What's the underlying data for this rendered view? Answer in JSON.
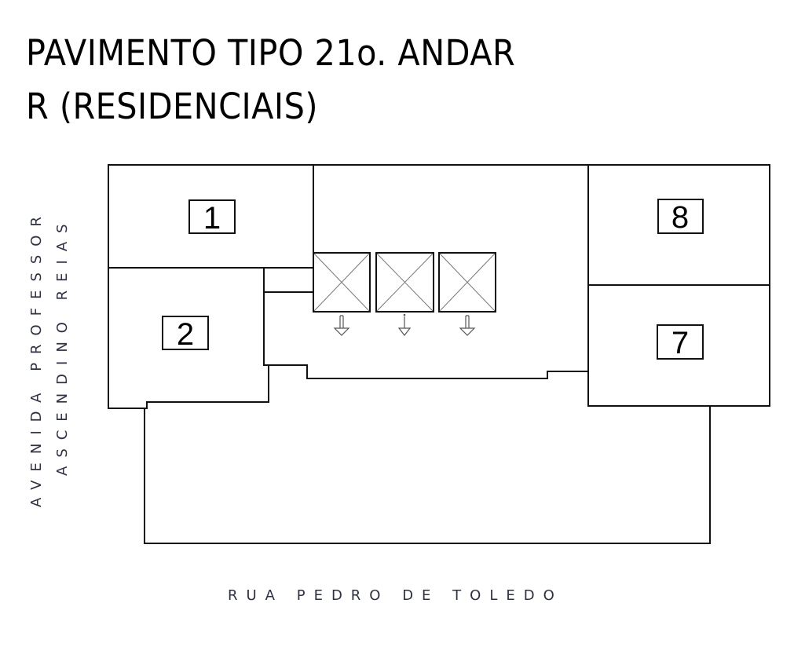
{
  "title": {
    "line1": "PAVIMENTO TIPO 21o. ANDAR",
    "line2": "R (RESIDENCIAIS)"
  },
  "streets": {
    "left_line1": "AVENIDA PROFESSOR",
    "left_line2": "ASCENDINO REIAS",
    "bottom": "RUA PEDRO DE TOLEDO"
  },
  "units": [
    {
      "label": "1"
    },
    {
      "label": "2"
    },
    {
      "label": "8"
    },
    {
      "label": "7"
    }
  ],
  "elevators": [
    {
      "name": "elevator-1",
      "icon": "arrow-down-icon"
    },
    {
      "name": "elevator-2",
      "icon": "arrow-down-icon"
    },
    {
      "name": "elevator-3",
      "icon": "arrow-down-icon"
    }
  ]
}
